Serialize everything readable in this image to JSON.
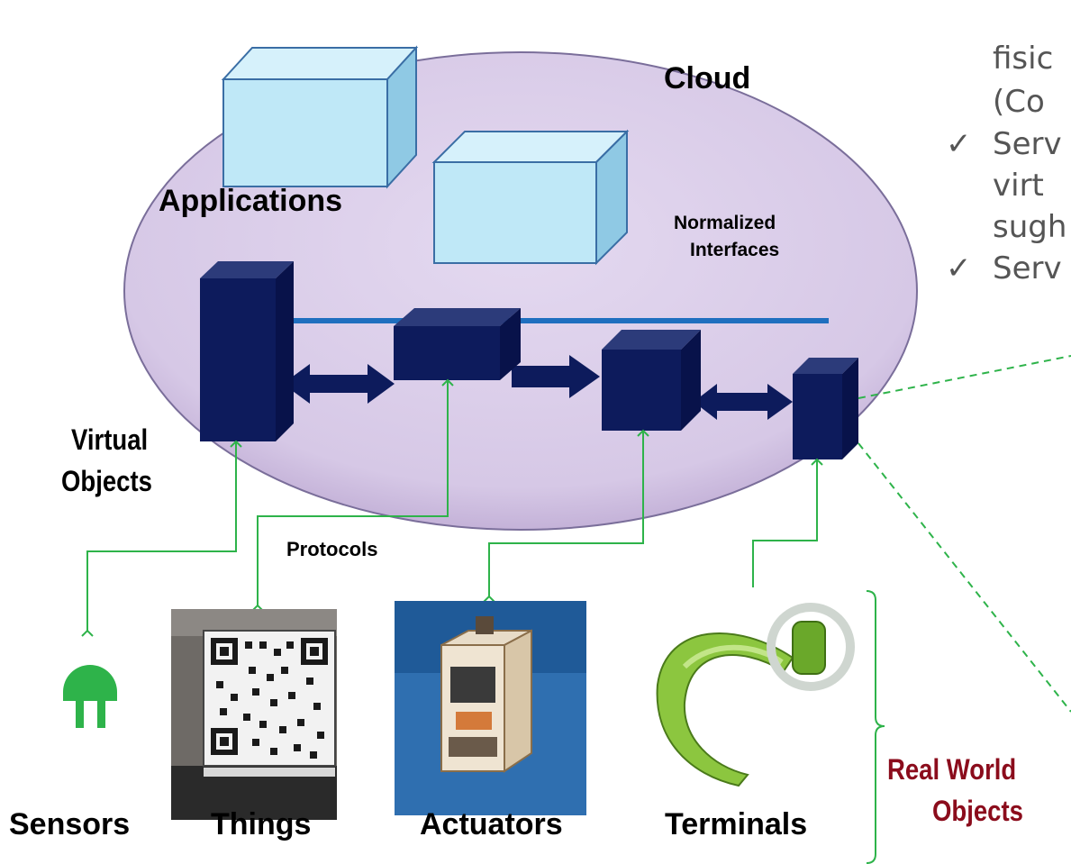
{
  "cloud": {
    "title": "Cloud",
    "applications_label": "Applications",
    "interfaces_label_line1": "Normalized",
    "interfaces_label_line2": "Interfaces"
  },
  "virtual": {
    "label_line1": "Virtual",
    "label_line2": "Objects"
  },
  "protocols_label": "Protocols",
  "real_world": {
    "label_line1": "Real World",
    "label_line2": "Objects",
    "items": [
      "Sensors",
      "Things",
      "Actuators",
      "Terminals"
    ]
  },
  "side_text": {
    "line1": "fisic",
    "line2": "(Co",
    "bullet1": "Serv",
    "line4": "virt",
    "line5": "sugh",
    "bullet2": "Serv",
    "check_glyph": "✓"
  },
  "colors": {
    "cloud_fill": "#d9cce8",
    "cube_dark": "#0d1b5c",
    "cube_light": "#bfe8f7",
    "connector_green": "#2eb34a",
    "interface_line": "#1f6fbf"
  }
}
